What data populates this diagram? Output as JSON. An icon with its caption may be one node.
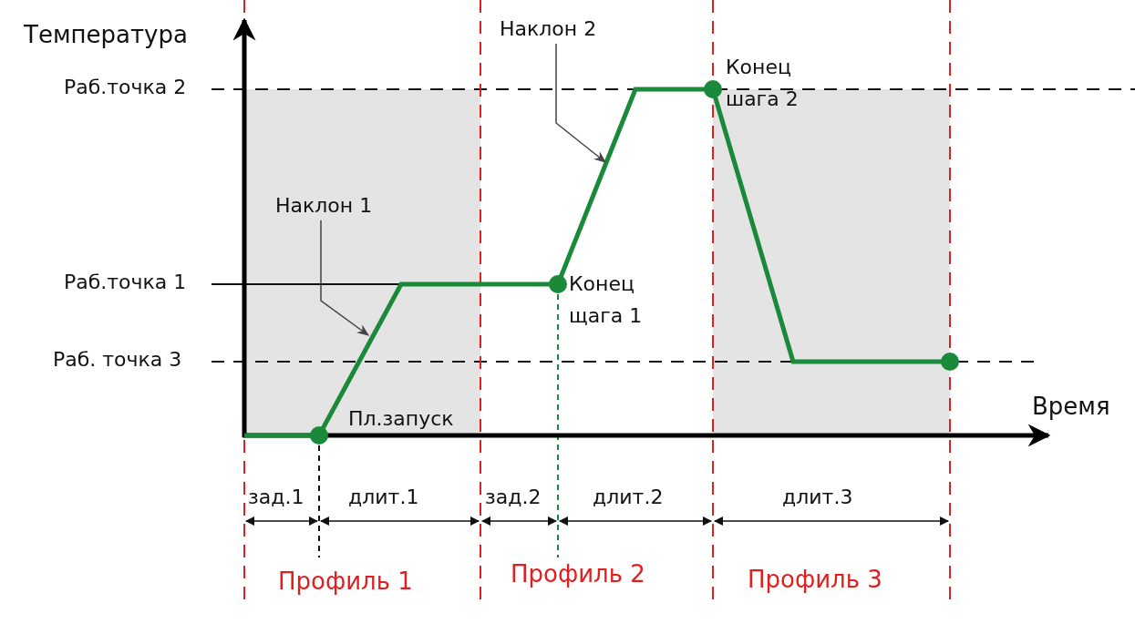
{
  "diagram": {
    "nodes": [
      {
        "text": [
          "Наклон 2"
        ]
      },
      {
        "text": [
          "Наклон 1"
        ]
      }
    ],
    "edges": [
      {
        "from": 0,
        "to": null,
        "arrow": "to"
      },
      {
        "from": 1,
        "to": null,
        "arrow": "to"
      }
    ],
    "labels": [
      "Температура",
      "Конец шага 2",
      "Раб.точка 2",
      "Раб.точка 1",
      "Конец щага 1",
      "Раб. точка 3",
      "Пл.запуск",
      "Время",
      "зад.1",
      "длит.1",
      "зад.2",
      "длит.2",
      "длит.3",
      "Профиль 1",
      "Профиль 2",
      "Профиль 3"
    ]
  }
}
